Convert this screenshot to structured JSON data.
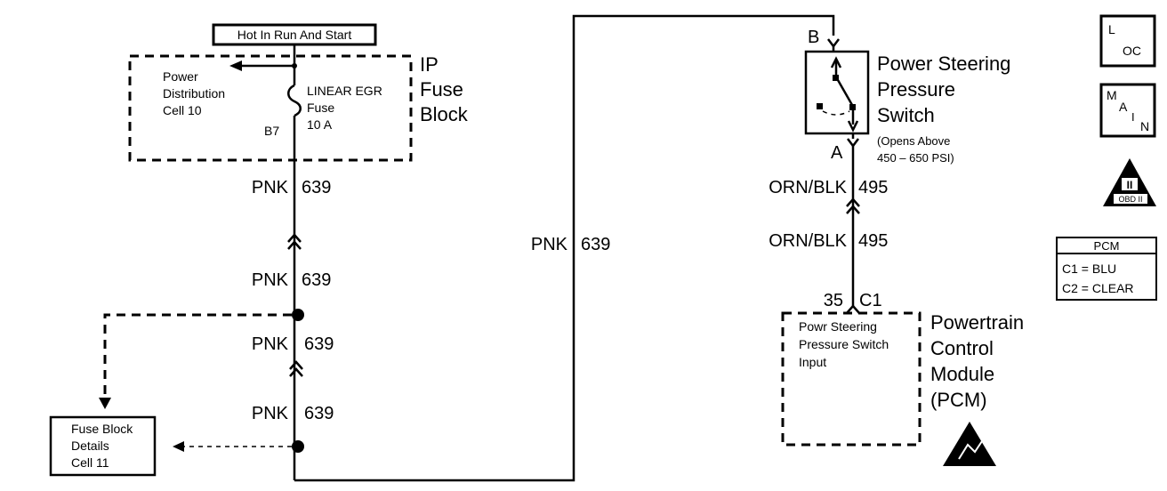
{
  "power_source": "Hot In Run And Start",
  "ip_fuse_block": {
    "label_line1": "IP",
    "label_line2": "Fuse",
    "label_line3": "Block",
    "power_dist_line1": "Power",
    "power_dist_line2": "Distribution",
    "power_dist_line3": "Cell 10",
    "fuse_name": "LINEAR EGR",
    "fuse_word": "Fuse",
    "fuse_rating": "10 A",
    "fuse_terminal": "B7"
  },
  "wires": {
    "pnk_color": "PNK",
    "pnk_circuit": "639",
    "orn_color": "ORN/BLK",
    "orn_circuit": "495"
  },
  "fuse_block_details": {
    "line1": "Fuse Block",
    "line2": "Details",
    "line3": "Cell 11"
  },
  "switch": {
    "pin_top": "B",
    "pin_bottom": "A",
    "name_line1": "Power Steering",
    "name_line2": "Pressure",
    "name_line3": "Switch",
    "note_line1": "(Opens Above",
    "note_line2": "450 – 650 PSI)"
  },
  "pcm_connector": {
    "pin": "35",
    "connector": "C1"
  },
  "pcm": {
    "name_line1": "Powertrain",
    "name_line2": "Control",
    "name_line3": "Module",
    "name_line4": "(PCM)",
    "input_line1": "Powr Steering",
    "input_line2": "Pressure Switch",
    "input_line3": "Input"
  },
  "legend": {
    "loc_l": "L",
    "loc_oc": "OC",
    "main_m": "M",
    "main_a": "A",
    "main_i": "I",
    "main_n": "N",
    "obd_numeral": "II",
    "obd_text": "OBD II",
    "pcm_title": "PCM",
    "pcm_c1": "C1 = BLU",
    "pcm_c2": "C2 = CLEAR"
  }
}
